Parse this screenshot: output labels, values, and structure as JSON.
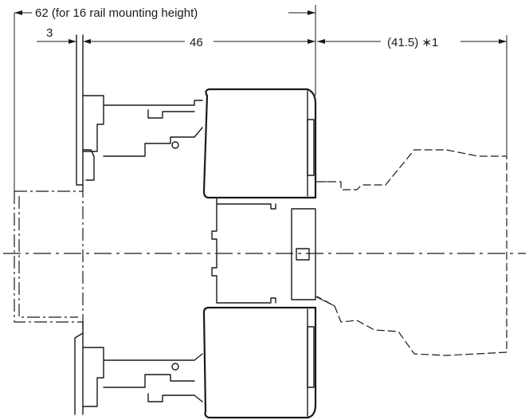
{
  "dimensions": {
    "overall_label": "62 (for 16 rail mounting height)",
    "offset_label": "3",
    "body_label": "46",
    "extension_label": "(41.5) ∗1"
  }
}
